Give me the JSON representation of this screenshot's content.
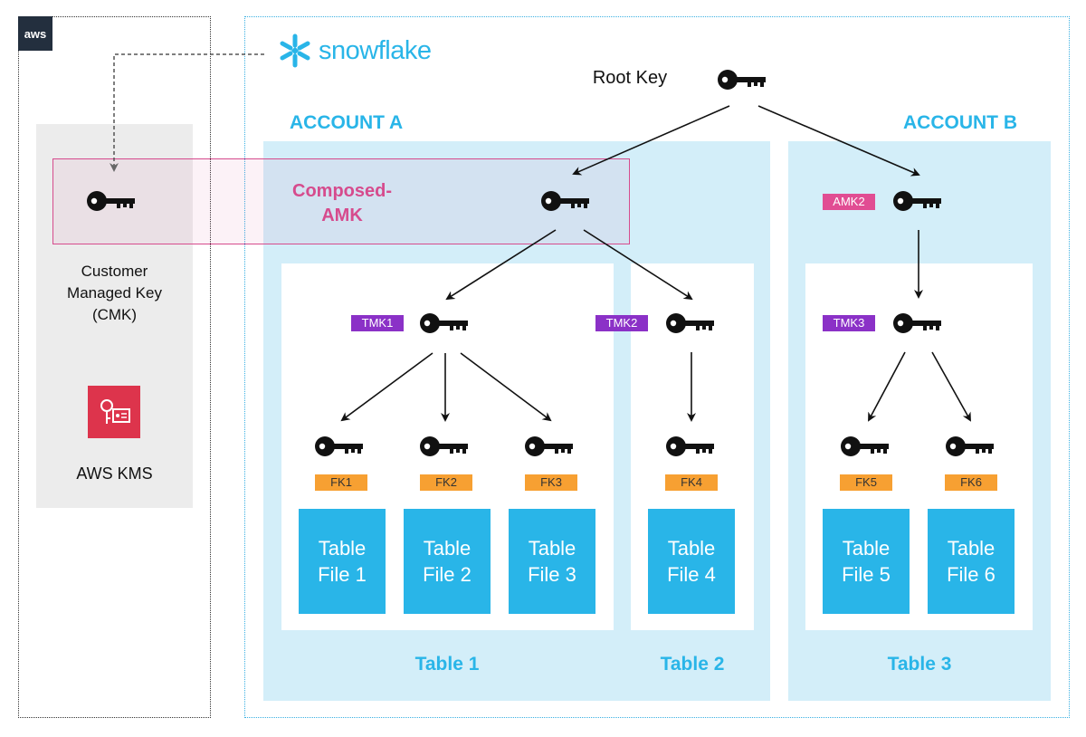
{
  "aws": {
    "badge": "aws",
    "cmk_label": "Customer Managed Key (CMK)",
    "cmk_lines": [
      "Customer",
      "Managed Key",
      "(CMK)"
    ],
    "kms_label": "AWS KMS"
  },
  "snowflake": {
    "logo_text": "snowflake",
    "root_key_label": "Root Key"
  },
  "composed_amk": {
    "lines": [
      "Composed-",
      "AMK"
    ]
  },
  "accounts": [
    {
      "title": "ACCOUNT A"
    },
    {
      "title": "ACCOUNT B",
      "amk_tag": "AMK2"
    }
  ],
  "tables": [
    {
      "label": "Table 1",
      "tmk": "TMK1",
      "files": [
        {
          "fk": "FK1",
          "lines": [
            "Table",
            "File 1"
          ]
        },
        {
          "fk": "FK2",
          "lines": [
            "Table",
            "File 2"
          ]
        },
        {
          "fk": "FK3",
          "lines": [
            "Table",
            "File 3"
          ]
        }
      ]
    },
    {
      "label": "Table 2",
      "tmk": "TMK2",
      "files": [
        {
          "fk": "FK4",
          "lines": [
            "Table",
            "File 4"
          ]
        }
      ]
    },
    {
      "label": "Table 3",
      "tmk": "TMK3",
      "files": [
        {
          "fk": "FK5",
          "lines": [
            "Table",
            "File 5"
          ]
        },
        {
          "fk": "FK6",
          "lines": [
            "Table",
            "File 6"
          ]
        }
      ]
    }
  ],
  "colors": {
    "snowflake_blue": "#29b5e8",
    "account_bg": "#d3eef9",
    "fk_orange": "#f7a032",
    "tmk_purple": "#8b31c7",
    "amk_pink": "#e14d93",
    "composed_pink": "#d64b8d",
    "kms_red": "#dd344c",
    "aws_dark": "#232f3e"
  },
  "icons": {
    "key": "key-icon",
    "snowflake_logo": "snowflake-logo-icon",
    "kms": "kms-key-icon"
  }
}
